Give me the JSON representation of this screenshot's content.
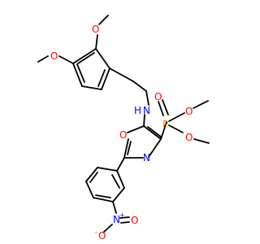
{
  "colors": {
    "bond": "#000000",
    "O": "#ff0000",
    "N": "#0000ff",
    "P": "#ff8000",
    "H": "#0000ff",
    "background": "#ffffff"
  },
  "atoms": {
    "o_methoxy_top": "O",
    "o_methoxy_left": "O",
    "n_amine": "N",
    "h_amine": "H",
    "p_phosphorus": "P",
    "o_phosphoryl": "O",
    "o_ester_upper": "O",
    "o_ester_lower": "O",
    "o_oxazole": "O",
    "n_oxazole": "N",
    "n_nitro": "N",
    "nitro_plus": "+",
    "o_nitro_double": "O",
    "o_nitro_single": "O",
    "nitro_minus": "-"
  }
}
